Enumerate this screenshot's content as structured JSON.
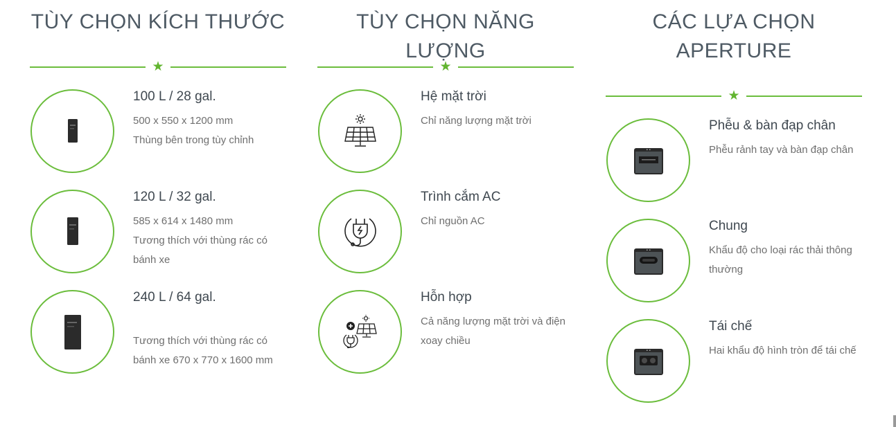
{
  "columns": [
    {
      "title": "TÙY CHỌN KÍCH THƯỚC",
      "items": [
        {
          "icon": "small-bin-icon",
          "title": "100 L / 28 gal.",
          "lines": [
            "500 x 550 x 1200 mm",
            "Thùng bên trong tùy chỉnh"
          ]
        },
        {
          "icon": "medium-bin-icon",
          "title": "120 L / 32 gal.",
          "lines": [
            "585 x 614 x 1480 mm",
            "Tương thích với thùng rác có bánh xe"
          ]
        },
        {
          "icon": "large-bin-icon",
          "title": "240 L / 64 gal.",
          "lines": [
            "Tương thích với thùng rác có bánh xe 670 x 770 x 1600 mm"
          ]
        }
      ]
    },
    {
      "title": "TÙY CHỌN NĂNG LƯỢNG",
      "items": [
        {
          "icon": "solar-panel-icon",
          "title": "Hệ mặt trời",
          "lines": [
            "Chỉ năng lượng mặt trời"
          ]
        },
        {
          "icon": "ac-plug-icon",
          "title": "Trình cắm AC",
          "lines": [
            "Chỉ nguồn AC"
          ]
        },
        {
          "icon": "hybrid-power-icon",
          "title": "Hỗn hợp",
          "lines": [
            "Cả năng lượng mặt trời và điện xoay chiều"
          ]
        }
      ]
    },
    {
      "title": "CÁC LỰA CHỌN APERTURE",
      "items": [
        {
          "icon": "slot-aperture-icon",
          "title": "Phễu & bàn đạp chân",
          "lines": [
            "Phễu rảnh tay và bàn đạp chân"
          ]
        },
        {
          "icon": "oval-aperture-icon",
          "title": "Chung",
          "lines": [
            "Khẩu độ cho loại rác thải thông thường"
          ]
        },
        {
          "icon": "double-hole-aperture-icon",
          "title": "Tái chế",
          "lines": [
            "Hai khẩu độ hình tròn để tái chế"
          ]
        }
      ]
    }
  ],
  "colors": {
    "accent": "#6bbd3c",
    "title": "#4e5a64",
    "text": "#6f6f6f"
  }
}
